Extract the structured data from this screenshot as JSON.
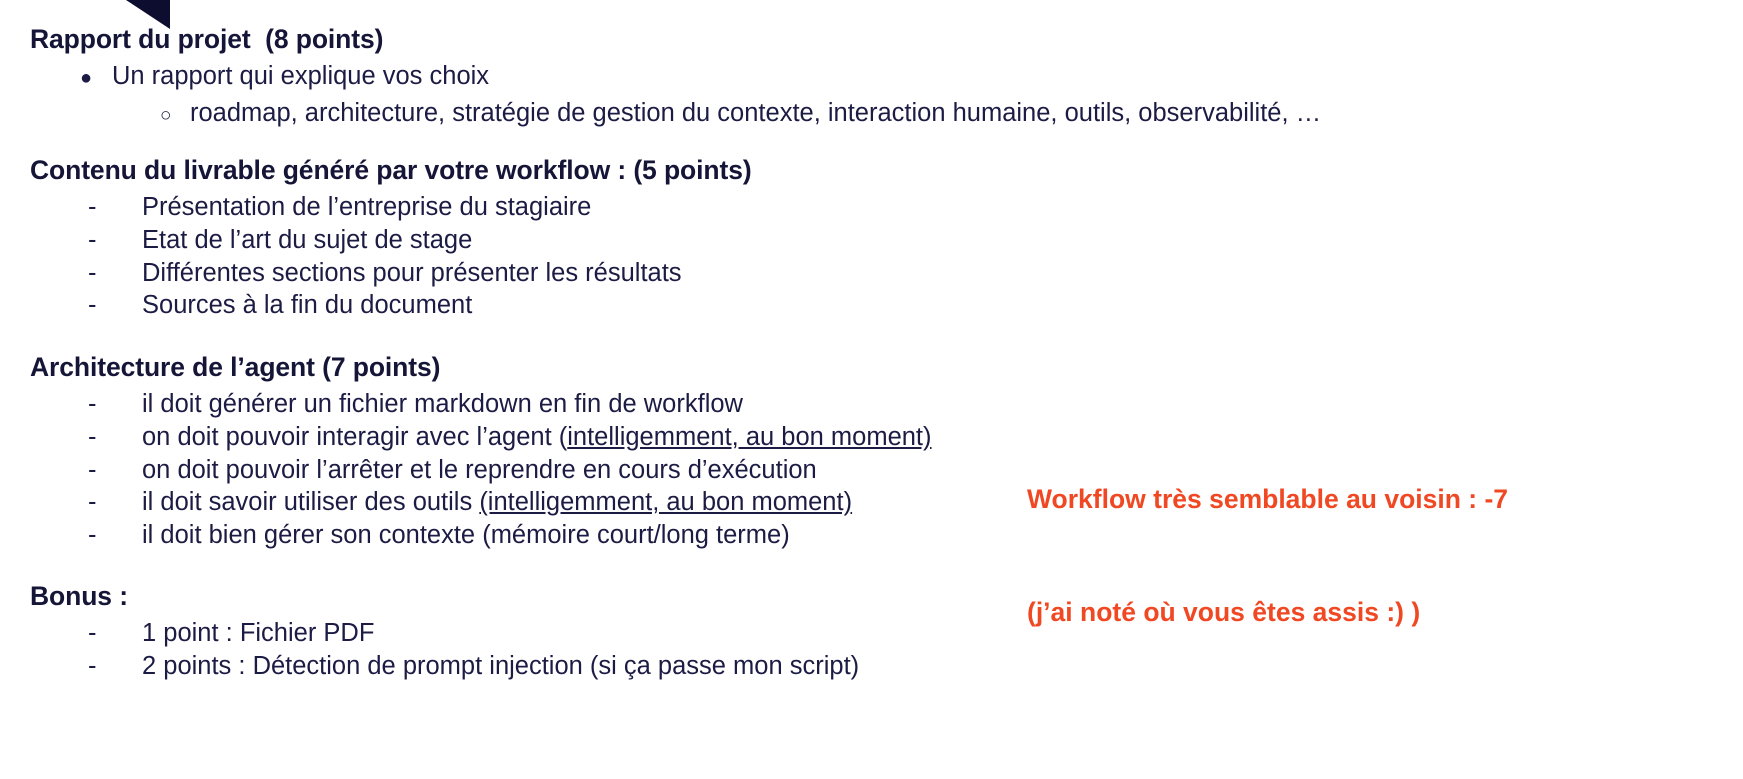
{
  "slide": {
    "background_color": "#ffffff",
    "text_color": "#151538",
    "accent_color": "#0d0d30",
    "annotation_color": "#ef4823"
  },
  "sections": [
    {
      "heading": "Rapport du projet  (8 points)",
      "items": [
        {
          "marker": "●",
          "level": 1,
          "text": "Un rapport qui explique vos choix"
        },
        {
          "marker": "○",
          "level": 2,
          "text": "roadmap, architecture, stratégie de gestion du contexte, interaction humaine, outils, observabilité, …"
        }
      ]
    },
    {
      "heading": "Contenu du livrable généré par votre workflow : (5 points)",
      "items": [
        {
          "marker": "-",
          "level": 1,
          "text": "Présentation de l’entreprise du stagiaire"
        },
        {
          "marker": "-",
          "level": 1,
          "text": "Etat de l’art du sujet de stage"
        },
        {
          "marker": "-",
          "level": 1,
          "text": "Différentes sections pour présenter les résultats"
        },
        {
          "marker": "-",
          "level": 1,
          "text": "Sources à la fin du document"
        }
      ]
    },
    {
      "heading": "Architecture de l’agent (7 points)",
      "items": [
        {
          "marker": "-",
          "level": 1,
          "text": "il doit générer un fichier markdown en fin de workflow"
        },
        {
          "marker": "-",
          "level": 1,
          "text_before": "on doit pouvoir interagir avec l’agent (",
          "text_underlined": "intelligemment, au bon moment)",
          "text_after": ""
        },
        {
          "marker": "-",
          "level": 1,
          "text": "on doit pouvoir l’arrêter et le reprendre en cours d’exécution"
        },
        {
          "marker": "-",
          "level": 1,
          "text_before": "il doit savoir utiliser des outils ",
          "text_underlined": "(intelligemment, au bon moment)",
          "text_after": ""
        },
        {
          "marker": "-",
          "level": 1,
          "text": "il doit bien gérer son contexte (mémoire court/long terme)"
        }
      ]
    },
    {
      "heading": "Bonus :",
      "items": [
        {
          "marker": "-",
          "level": 1,
          "text": "1 point : Fichier PDF"
        },
        {
          "marker": "-",
          "level": 1,
          "text": "2 points : Détection de prompt injection (si ça passe mon script)"
        }
      ]
    }
  ],
  "annotation": {
    "line1": "Workflow très semblable au voisin : -7",
    "line2": "(j’ai noté où vous êtes assis :) )"
  }
}
